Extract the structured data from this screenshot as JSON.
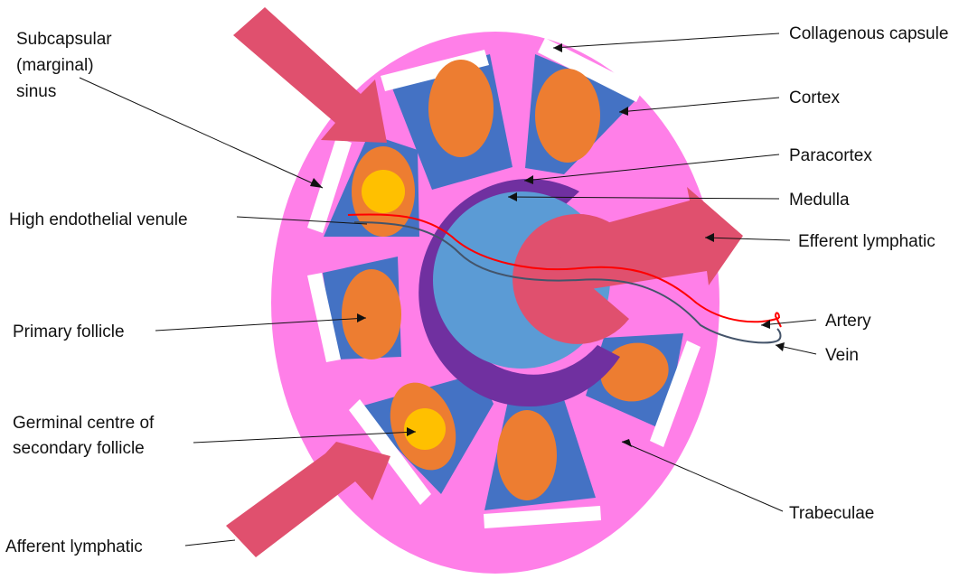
{
  "labels": {
    "subcapsular_l1": "Subcapsular",
    "subcapsular_l2": "(marginal)",
    "subcapsular_l3": "sinus",
    "high_endothelial_venule": "High endothelial venule",
    "primary_follicle": "Primary follicle",
    "germinal_l1": "Germinal centre of",
    "germinal_l2": "secondary follicle",
    "afferent_lymphatic": "Afferent lymphatic",
    "collagenous_capsule": "Collagenous capsule",
    "cortex": "Cortex",
    "paracortex": "Paracortex",
    "medulla": "Medulla",
    "efferent_lymphatic": "Efferent lymphatic",
    "artery": "Artery",
    "vein": "Vein",
    "trabeculae": "Trabeculae"
  },
  "colors": {
    "capsule_fill": "#ff7fe8",
    "cortex_wedge": "#4472c4",
    "follicle": "#ed7d31",
    "germinal_centre": "#ffc000",
    "paracortex": "#7030a0",
    "medulla": "#5b9bd5",
    "lymphatic_arrow": "#e0506e",
    "capsule_band": "#ffffff",
    "artery": "#ff0000",
    "vein": "#44546a"
  }
}
